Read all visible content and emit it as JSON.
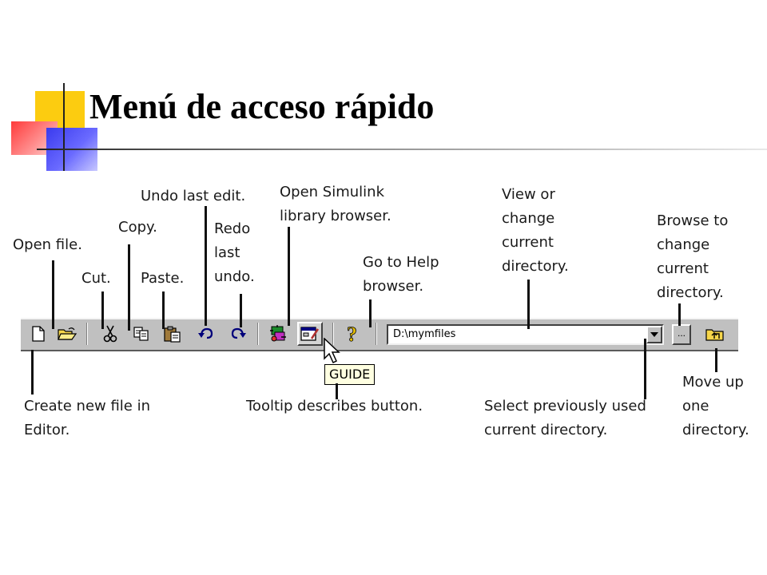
{
  "title": "Menú de acceso rápido",
  "combo": {
    "value": "D:\\mymfiles"
  },
  "browse_button": {
    "label": "..."
  },
  "tooltip": {
    "text": "GUIDE"
  },
  "annotations": {
    "open_file": "Open file.",
    "cut": "Cut.",
    "copy": "Copy.",
    "paste": "Paste.",
    "undo": "Undo last edit.",
    "redo": "Redo\nlast\nundo.",
    "simulink": "Open Simulink\nlibrary browser.",
    "help": "Go to Help\nbrowser.",
    "view_dir": "View or\nchange\ncurrent\ndirectory.",
    "browse": "Browse to\nchange\ncurrent\ndirectory.",
    "new_file": "Create new file in\nEditor.",
    "tooltip_desc": "Tooltip describes button.",
    "select_prev": "Select previously used\ncurrent directory.",
    "move_up": "Move up\none\ndirectory."
  },
  "icons": [
    "new-file-icon",
    "open-folder-icon",
    "cut-icon",
    "copy-icon",
    "paste-icon",
    "undo-icon",
    "redo-icon",
    "simulink-icon",
    "guide-icon",
    "help-icon",
    "dropdown-arrow-icon",
    "folder-up-icon",
    "mouse-cursor-icon"
  ],
  "colors": {
    "toolbar": "#c0c0c0",
    "tooltip": "#ffffe1",
    "accent_yellow": "#fccc10",
    "accent_red": "#ff3a3a",
    "accent_blue": "#3a3aee"
  }
}
